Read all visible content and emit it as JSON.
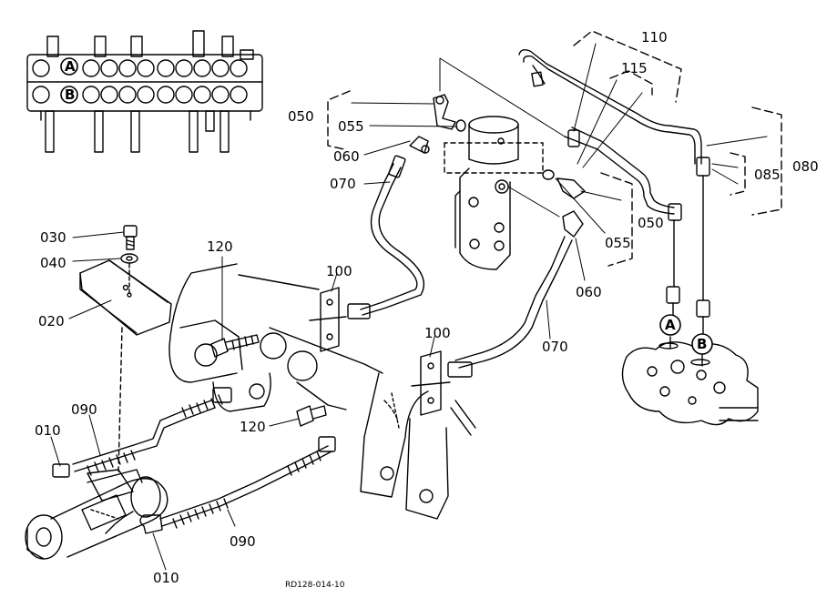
{
  "diagram": {
    "drawing_code": "RD128-014-10",
    "part_labels": {
      "p110": "110",
      "p115": "115",
      "p050a": "050",
      "p055a": "055",
      "p060a": "060",
      "p070a": "070",
      "p085": "085",
      "p080": "080",
      "p050b": "050",
      "p055b": "055",
      "p060b": "060",
      "p070b": "070",
      "p030": "030",
      "p040": "040",
      "p020": "020",
      "p120a": "120",
      "p100a": "100",
      "p100b": "100",
      "p120b": "120",
      "p010a": "010",
      "p090a": "090",
      "p090b": "090",
      "p010b": "010"
    },
    "port_markers": {
      "inset_a": "A",
      "inset_b": "B",
      "port_a": "A",
      "port_b": "B"
    }
  }
}
